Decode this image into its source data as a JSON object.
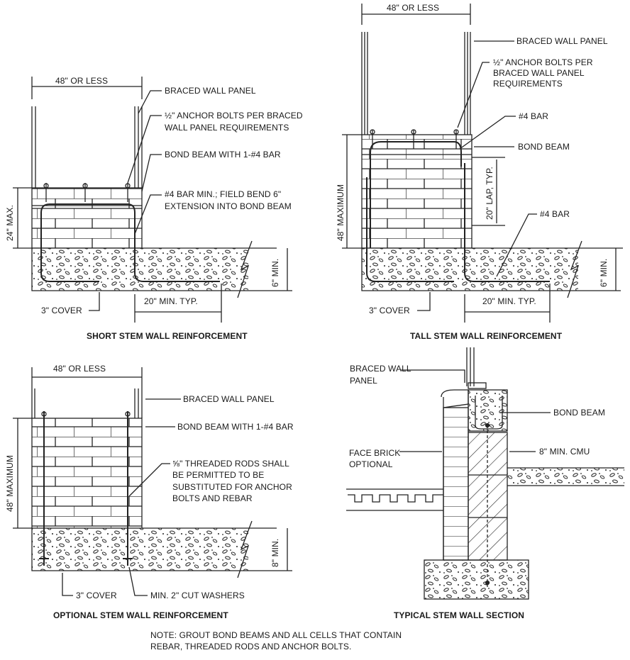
{
  "short": {
    "title": "SHORT STEM WALL REINFORCEMENT",
    "width_dim": "48\" OR LESS",
    "braced_wall_panel": "BRACED WALL PANEL",
    "anchor_bolts_1": "½\" ANCHOR BOLTS PER BRACED",
    "anchor_bolts_2": "WALL PANEL REQUIREMENTS",
    "bond_beam": "BOND BEAM WITH 1-#4 BAR",
    "bar_1": "#4 BAR MIN.; FIELD BEND 6\"",
    "bar_2": "EXTENSION INTO BOND BEAM",
    "height_dim": "24\" MAX.",
    "footing_dim": "6\" MIN.",
    "cover": "3\" COVER",
    "lap": "20\" MIN. TYP."
  },
  "tall": {
    "title": "TALL STEM WALL REINFORCEMENT",
    "width_dim": "48\" OR LESS",
    "braced_wall_panel": "BRACED WALL PANEL",
    "anchor_bolts_1": "½\" ANCHOR BOLTS PER",
    "anchor_bolts_2": "BRACED WALL PANEL",
    "anchor_bolts_3": "REQUIREMENTS",
    "bar_top": "#4 BAR",
    "bond_beam": "BOND BEAM",
    "lap_vertical": "20\" LAP, TYP.",
    "bar_bottom": "#4 BAR",
    "height_dim": "48\" MAXIMUM",
    "footing_dim": "6\" MIN.",
    "cover": "3\" COVER",
    "lap": "20\" MIN. TYP."
  },
  "optional": {
    "title": "OPTIONAL STEM WALL REINFORCEMENT",
    "width_dim": "48\" OR LESS",
    "braced_wall_panel": "BRACED WALL PANEL",
    "bond_beam": "BOND BEAM WITH 1-#4 BAR",
    "rods_1": "⅝\" THREADED RODS SHALL",
    "rods_2": "BE PERMITTED TO BE",
    "rods_3": "SUBSTITUTED FOR ANCHOR",
    "rods_4": "BOLTS AND REBAR",
    "height_dim": "48\" MAXIMUM",
    "footing_dim": "8\" MIN.",
    "cover": "3\" COVER",
    "washers": "MIN. 2\" CUT WASHERS"
  },
  "typical": {
    "title": "TYPICAL STEM WALL SECTION",
    "braced_wall_panel_1": "BRACED WALL",
    "braced_wall_panel_2": "PANEL",
    "bond_beam": "BOND BEAM",
    "face_brick_1": "FACE BRICK",
    "face_brick_2": "OPTIONAL",
    "cmu": "8\" MIN. CMU"
  },
  "note": {
    "line1": "NOTE: GROUT BOND BEAMS AND ALL CELLS THAT CONTAIN",
    "line2": "REBAR, THREADED RODS AND ANCHOR BOLTS."
  }
}
